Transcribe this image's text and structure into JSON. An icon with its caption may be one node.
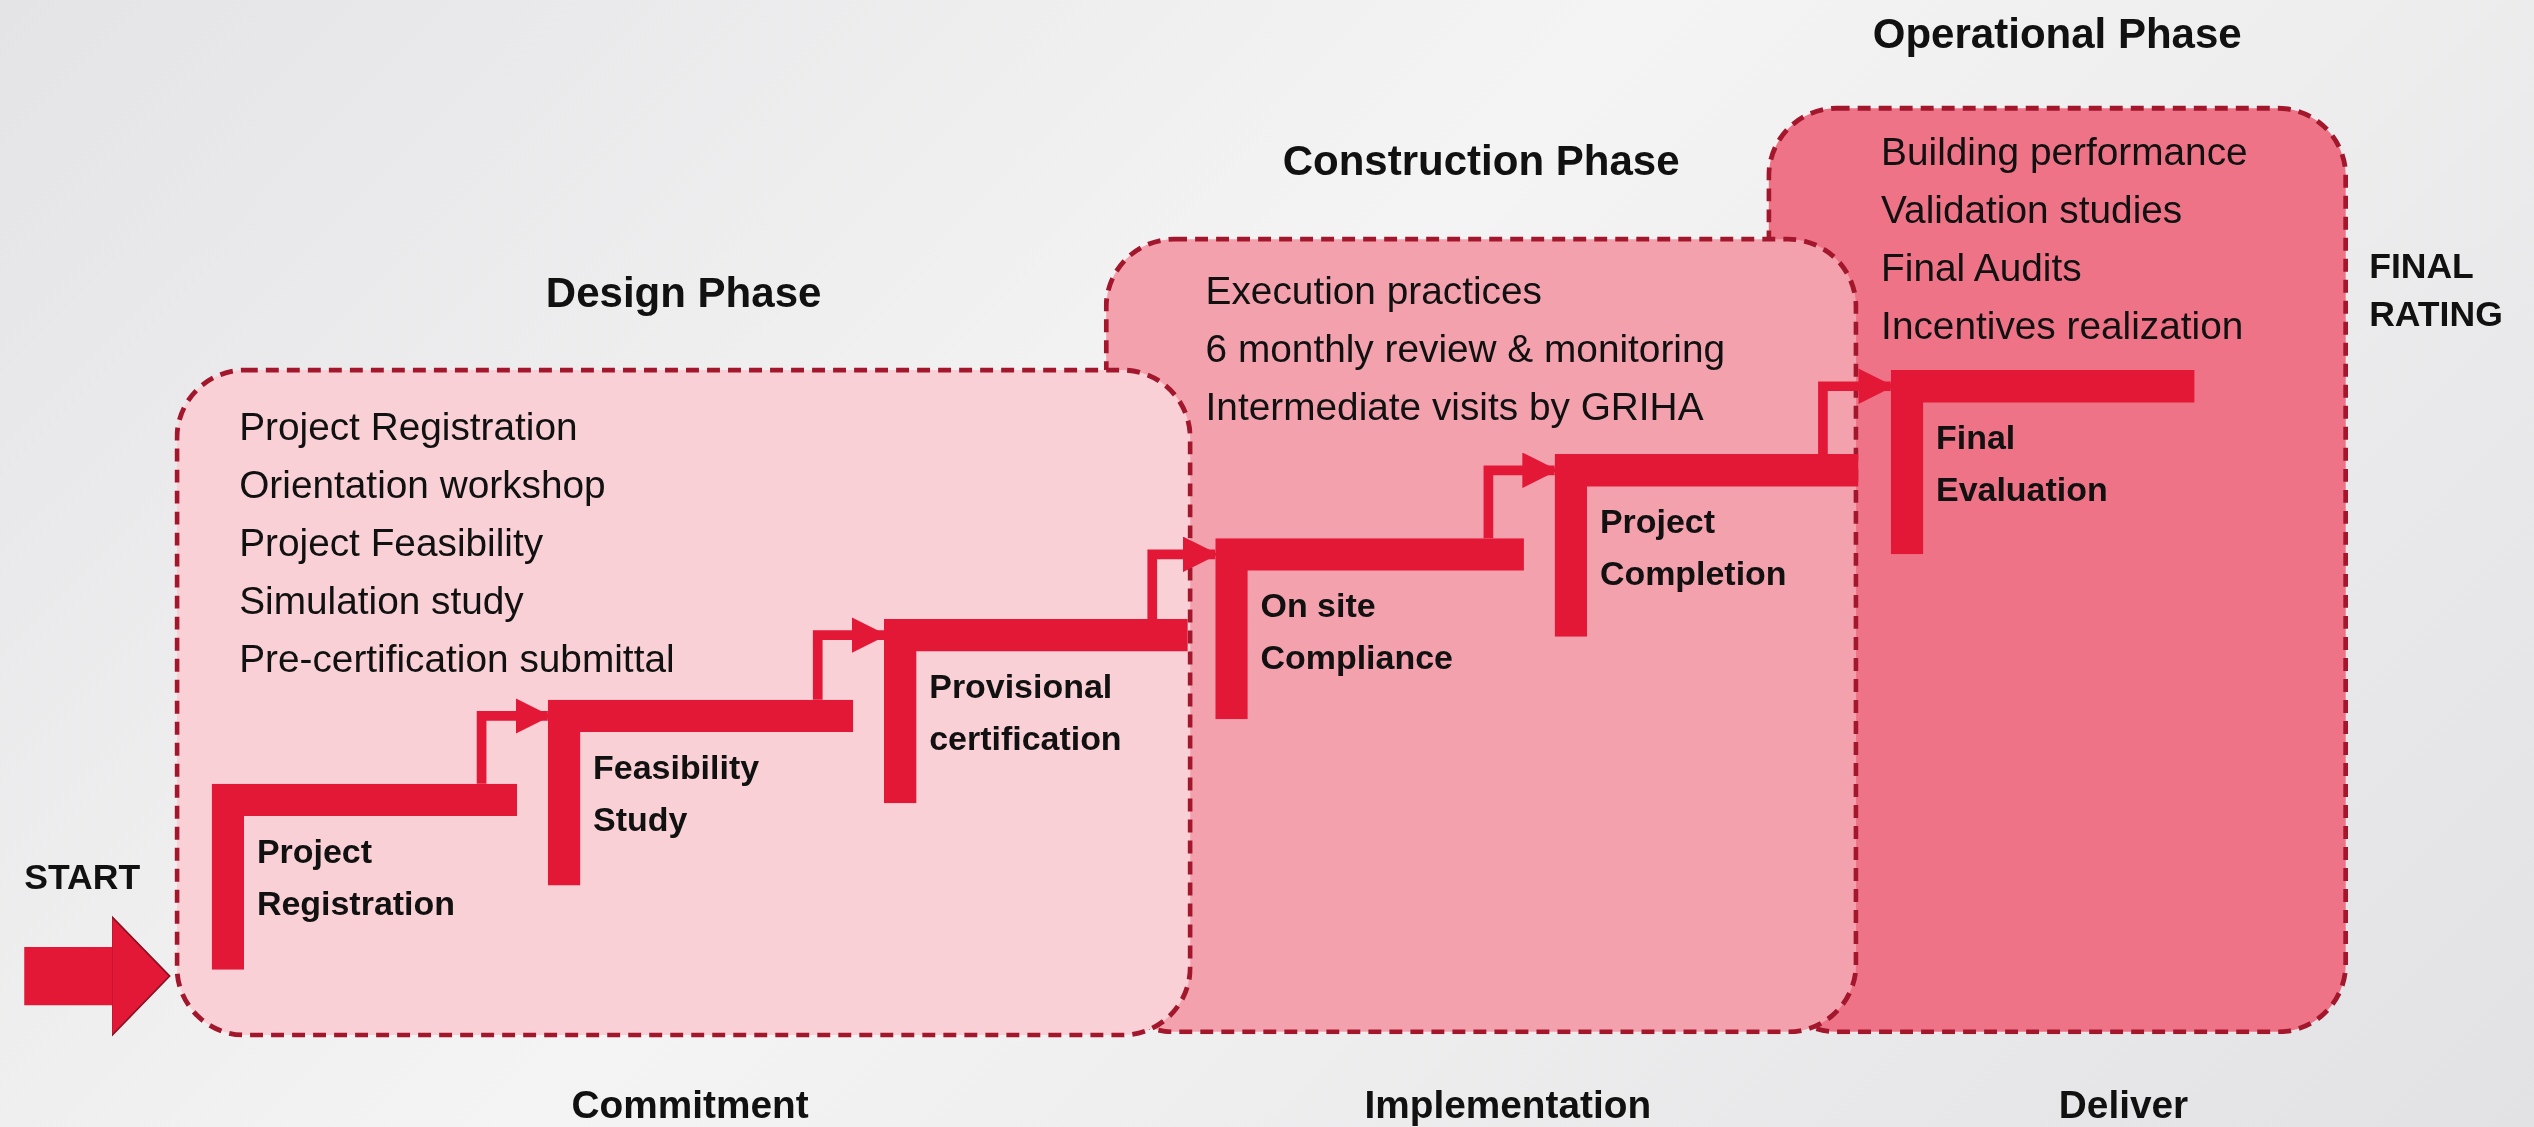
{
  "diagram": {
    "nodes": [
      {
        "text": [
          "Design Phase",
          "Project Registration",
          "Orientation workshop",
          "Project Feasibility",
          "Simulation study",
          "Pre-certification submittal"
        ],
        "beside": [
          "Commitment"
        ]
      },
      {
        "text": [
          "Construction Phase",
          "Execution practices",
          "6 monthly review & monitoring",
          "Intermediate visits by GRIHA"
        ],
        "beside": [
          "Implementation"
        ]
      },
      {
        "text": [
          "Operational Phase",
          "Building performance",
          "Validation studies",
          "Final Audits",
          "Incentives realization"
        ],
        "beside": [
          "Deliver"
        ]
      },
      {
        "text": [
          "Project Registration"
        ],
        "in": 0
      },
      {
        "text": [
          "Feasibility Study"
        ],
        "in": 0
      },
      {
        "text": [
          "Provisional certification"
        ],
        "in": 0
      },
      {
        "text": [
          "On site Compliance"
        ],
        "in": 1
      },
      {
        "text": [
          "Project Completion"
        ],
        "in": 1
      },
      {
        "text": [
          "Final Evaluation"
        ],
        "in": 2
      }
    ],
    "edges": [
      {
        "from": null,
        "to": 0,
        "arrow": "to",
        "style": "thick"
      },
      {
        "from": 3,
        "to": 4,
        "arrow": "to"
      },
      {
        "from": 4,
        "to": 5,
        "arrow": "to"
      },
      {
        "from": 5,
        "to": 6,
        "arrow": "to"
      },
      {
        "from": 6,
        "to": 7,
        "arrow": "to"
      },
      {
        "from": 7,
        "to": 8,
        "arrow": "to"
      }
    ],
    "labels": [
      "START",
      "FINAL RATING"
    ]
  }
}
